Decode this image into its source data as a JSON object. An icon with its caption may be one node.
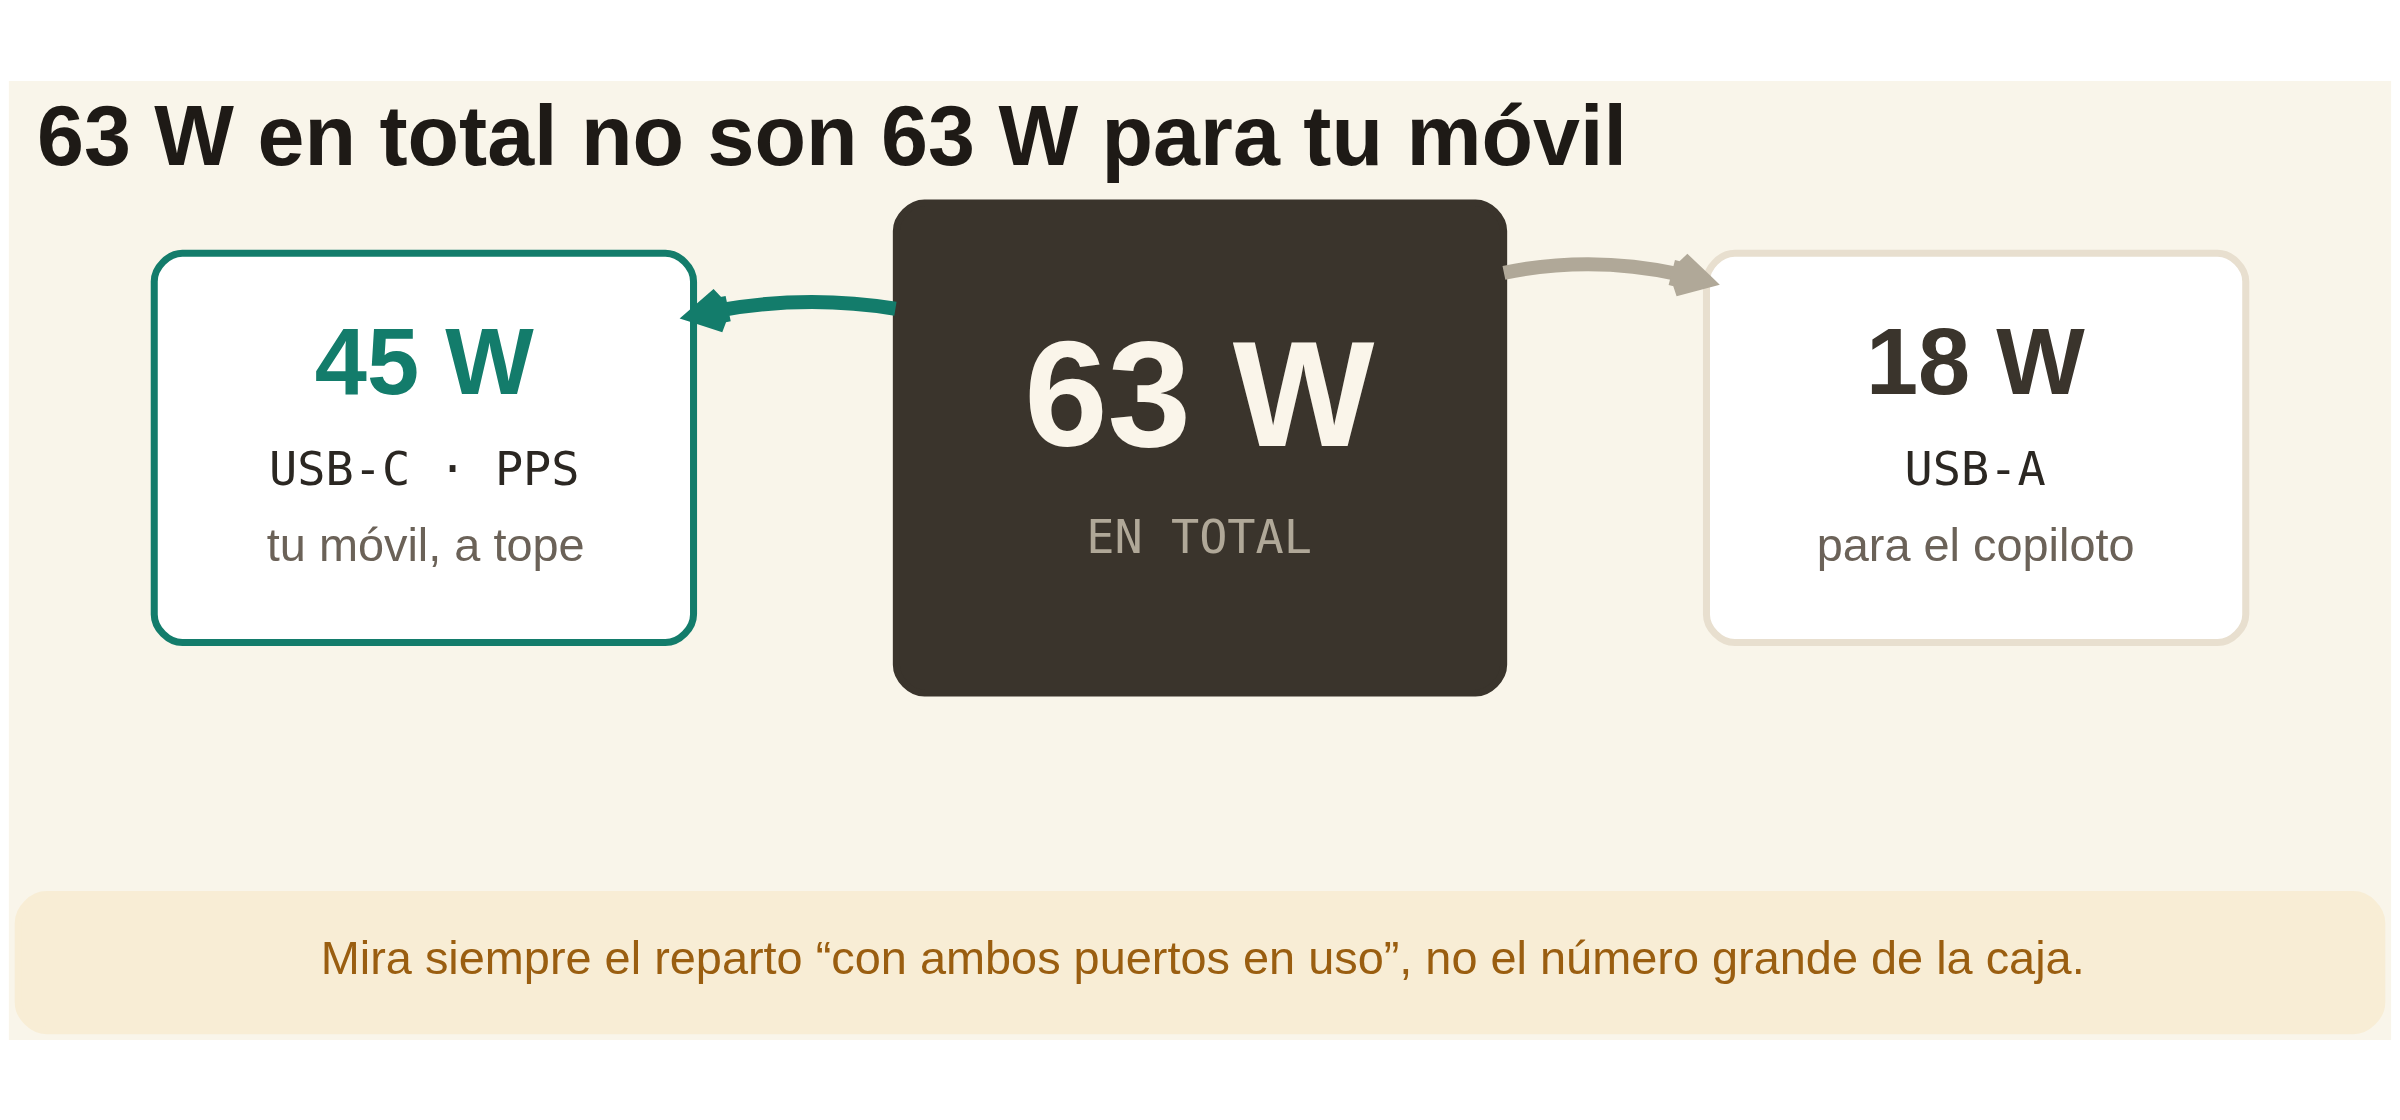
{
  "diagram": {
    "title": "63 W en total no son 63 W para tu móvil",
    "nodes": [
      {
        "text": [
          "45 W",
          "USB-C · PPS",
          "tu móvil, a tope"
        ]
      },
      {
        "text": [
          "63 W",
          "EN TOTAL"
        ]
      },
      {
        "text": [
          "18 W",
          "USB-A",
          "para el copiloto"
        ]
      },
      {
        "text": [
          "Mira siempre el reparto “con ambos puertos en uso”, no el número grande de la caja."
        ]
      }
    ],
    "edges": [
      {
        "from": 1,
        "to": 0,
        "arrow": "to",
        "color": "#137c6b"
      },
      {
        "from": 1,
        "to": 2,
        "arrow": "to",
        "color": "#b0a898"
      }
    ]
  }
}
